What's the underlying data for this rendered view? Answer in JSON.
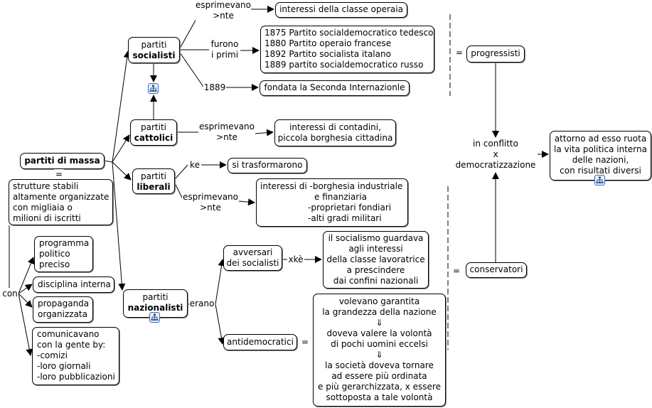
{
  "colors": {
    "line": "#000000",
    "node_border": "#000000",
    "icon_border": "#3a6db5",
    "icon_fill": "#e6eefa"
  },
  "nodes": {
    "partiti_di_massa": "partiti di massa",
    "strutture": [
      "strutture stabili",
      "altamente organizzate",
      "con migliaia o",
      "milioni di iscritti"
    ],
    "socialisti": {
      "line1": "partiti",
      "line2": "socialisti"
    },
    "cattolici": {
      "line1": "partiti",
      "line2": "cattolici"
    },
    "liberali": {
      "line1": "partiti",
      "line2": "liberali"
    },
    "nazionalisti": {
      "line1": "partiti",
      "line2": "nazionalisti"
    },
    "classe_operaia": "interessi della classe operaia",
    "primi_partiti": [
      "1875 Partito socialdemocratico tedesco",
      "1880 Partito operaio francese",
      "1892 Partito socialista italano",
      "1889 partito socialdemocratico russo"
    ],
    "seconda_internazionale": "fondata la Seconda Internazionle",
    "contadini": [
      "interessi di contadini,",
      "piccola borghesia cittadina"
    ],
    "trasformarono": "si trasformarono",
    "borghesia": [
      "interessi di -borghesia industriale",
      "e finanziaria",
      "-proprietari fondiari",
      "-alti gradi militari"
    ],
    "programma": [
      "programma",
      "politico",
      "preciso"
    ],
    "disciplina": "disciplina interna",
    "propaganda": [
      "propaganda",
      "organizzata"
    ],
    "comunicavano": [
      "comunicavano",
      "con la gente by:",
      "-comizi",
      "-loro giornali",
      "-loro pubblicazioni"
    ],
    "avversari": [
      "avversari",
      "dei socialisti"
    ],
    "socialismo": [
      "il socialismo guardava",
      "agli interessi",
      "della classe lavoratrice",
      "a prescindere",
      "dai confini nazionali"
    ],
    "antidemocratici": "antidemocratici",
    "volevano": [
      "volevano garantita",
      "la grandezza della nazione",
      "⇓",
      "doveva valere la volontà",
      "di pochi uomini eccelsi",
      "⇓",
      "la società doveva tornare",
      "ad essere più ordinata",
      "e più gerarchizzata, x essere",
      "sottoposta a tale volontà"
    ],
    "progressisti": "progressisti",
    "conservatori": "conservatori",
    "conflitto": [
      "in conflitto",
      "x",
      "democratizzazione"
    ],
    "attorno": [
      "attorno ad esso ruota",
      "la vita politica interna",
      "delle nazioni,",
      "con risultati diversi"
    ]
  },
  "labels": {
    "eq_massa": "=",
    "esprimevano1": [
      "esprimevano",
      ">nte"
    ],
    "furono": [
      "furono",
      "i primi"
    ],
    "anno1889": "1889",
    "esprimevano2": [
      "esprimevano",
      ">nte"
    ],
    "ke": "ke",
    "esprimevano3": [
      "esprimevano",
      ">nte"
    ],
    "con": "con",
    "erano": "erano",
    "xke": "xkè",
    "eq_anti": "=",
    "eq_prog": "=",
    "eq_cons": "="
  }
}
